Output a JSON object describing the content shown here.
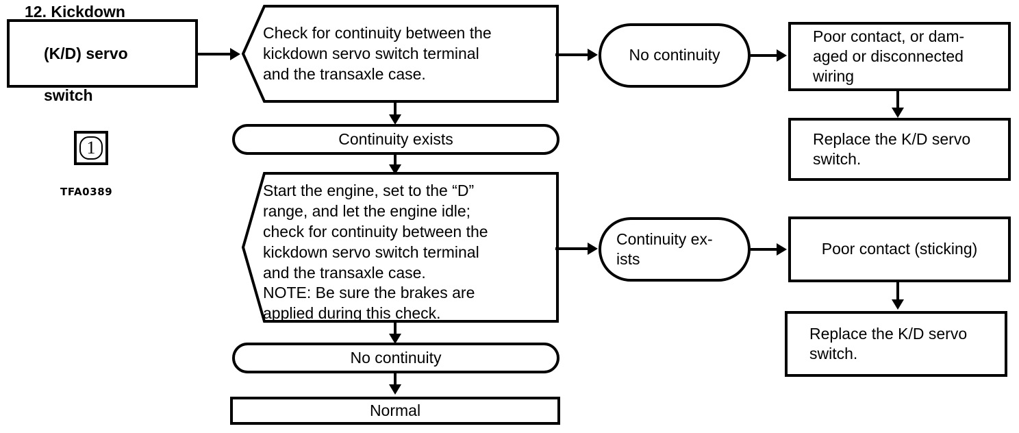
{
  "figure": {
    "icon_number": "1",
    "icon_name": "numbered-callout-icon",
    "caption": "TFA0389"
  },
  "colors": {
    "ink": "#000000",
    "paper": "#ffffff"
  },
  "chart_data": {
    "type": "diagram",
    "title": "12. Kickdown (K/D) servo switch",
    "nodes": [
      {
        "id": "n1",
        "shape": "rect-bold",
        "text": "12. Kickdown\n(K/D) servo\nswitch"
      },
      {
        "id": "n2",
        "shape": "hexagon",
        "text": "Check for continuity between the\nkickdown servo switch terminal\nand the transaxle case."
      },
      {
        "id": "n3",
        "shape": "pill",
        "text": "No continuity"
      },
      {
        "id": "n4",
        "shape": "rect",
        "text": "Poor contact, or dam-\naged or disconnected\nwiring"
      },
      {
        "id": "n5",
        "shape": "rect",
        "text": "Replace the K/D servo\nswitch."
      },
      {
        "id": "n6",
        "shape": "pill",
        "text": "Continuity exists"
      },
      {
        "id": "n7",
        "shape": "hexagon",
        "text": "Start the engine, set to the “D”\nrange, and let the engine idle;\ncheck for continuity between the\nkickdown servo switch terminal\nand the transaxle case.\nNOTE: Be sure the brakes are\napplied during this check."
      },
      {
        "id": "n8",
        "shape": "pill",
        "text": "Continuity ex-\nists"
      },
      {
        "id": "n9",
        "shape": "rect",
        "text": "Poor contact (sticking)"
      },
      {
        "id": "n10",
        "shape": "rect",
        "text": "Replace the K/D servo\nswitch."
      },
      {
        "id": "n11",
        "shape": "pill",
        "text": "No continuity"
      },
      {
        "id": "n12",
        "shape": "rect",
        "text": "Normal"
      }
    ],
    "edges": [
      {
        "from": "n1",
        "to": "n2",
        "dir": "right"
      },
      {
        "from": "n2",
        "to": "n3",
        "dir": "right"
      },
      {
        "from": "n3",
        "to": "n4",
        "dir": "right"
      },
      {
        "from": "n4",
        "to": "n5",
        "dir": "down"
      },
      {
        "from": "n2",
        "to": "n6",
        "dir": "down"
      },
      {
        "from": "n6",
        "to": "n7",
        "dir": "down"
      },
      {
        "from": "n7",
        "to": "n8",
        "dir": "right"
      },
      {
        "from": "n8",
        "to": "n9",
        "dir": "right"
      },
      {
        "from": "n9",
        "to": "n10",
        "dir": "down"
      },
      {
        "from": "n7",
        "to": "n11",
        "dir": "down"
      },
      {
        "from": "n11",
        "to": "n12",
        "dir": "down"
      }
    ]
  },
  "nodes": {
    "title_box": {
      "line1": "12. Kickdown",
      "line2": "(K/D) servo",
      "line3": "switch"
    },
    "check1": "Check for continuity between the\nkickdown servo switch terminal\nand the transaxle case.",
    "no_continuity_1": "No continuity",
    "poor_contact_wiring": "Poor contact, or dam-\naged or disconnected\nwiring",
    "replace_switch_1": "Replace the K/D servo\nswitch.",
    "continuity_exists_1": "Continuity exists",
    "check2": "Start the engine, set to the “D”\nrange, and let the engine idle;\ncheck for continuity between the\nkickdown servo switch terminal\nand the transaxle case.\nNOTE: Be sure the brakes are\napplied during this check.",
    "continuity_exists_2": "Continuity ex-\nists",
    "poor_contact_sticking": "Poor contact (sticking)",
    "replace_switch_2": "Replace the K/D servo\nswitch.",
    "no_continuity_2": "No continuity",
    "normal": "Normal"
  }
}
